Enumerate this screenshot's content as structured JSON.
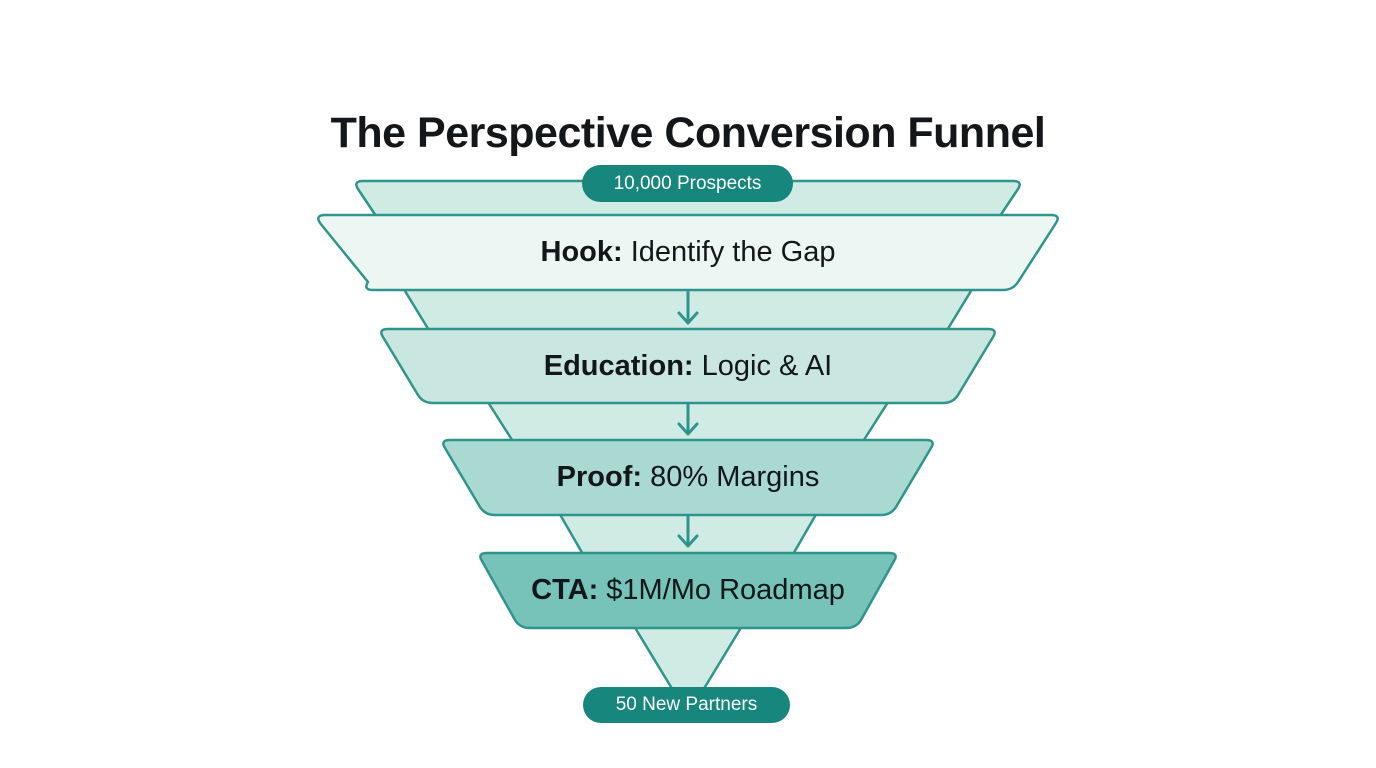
{
  "title": "The Perspective Conversion Funnel",
  "funnel": {
    "top_badge": "10,000 Prospects",
    "bottom_badge": "50 New Partners",
    "tiers": [
      {
        "prefix": "Hook:",
        "rest": "Identify the Gap",
        "fill": "#ecf7f4"
      },
      {
        "prefix": "Education:",
        "rest": "Logic & AI",
        "fill": "#c9e7e0"
      },
      {
        "prefix": "Proof:",
        "rest": "80% Margins",
        "fill": "#a9d9d1"
      },
      {
        "prefix": "CTA:",
        "rest": "$1M/Mo Roadmap",
        "fill": "#77c3b9"
      }
    ]
  },
  "colors": {
    "background": "#ffffff",
    "stroke": "#2f948b",
    "arrow": "#2f948b",
    "funnel_back": "#d0eae4",
    "badge_fill": "#17867c",
    "badge_text": "#ffffff",
    "title_text": "#14171a",
    "tier_text": "#14171a"
  }
}
